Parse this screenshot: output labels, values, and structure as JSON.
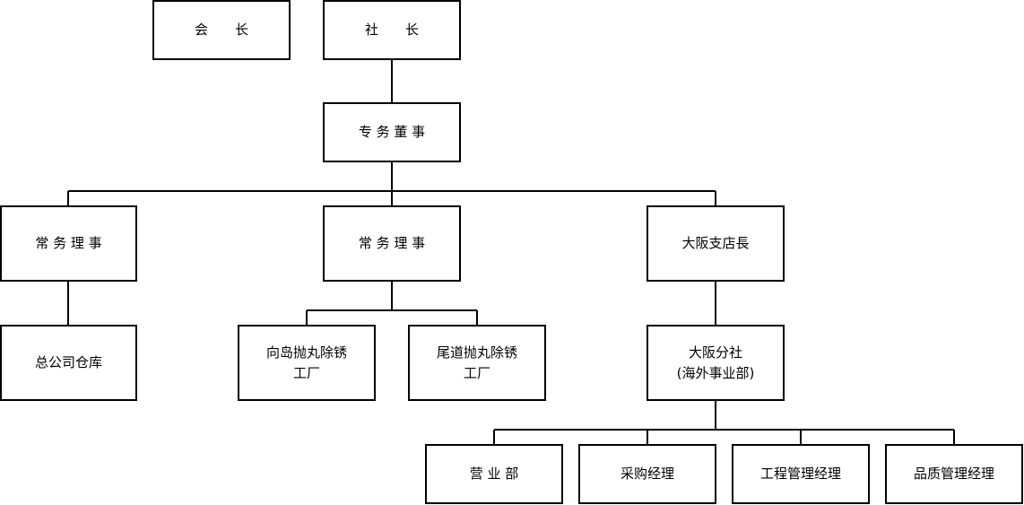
{
  "nodes": {
    "chairman": "会　　长",
    "president": "社　　长",
    "managing_director": "专 务 董 事",
    "executive_director_1": "常 务 理 事",
    "executive_director_2": "常 务 理 事",
    "osaka_branch_manager": "大阪支店長",
    "head_office_warehouse": "总公司仓库",
    "mukaishima_factory": "向岛抛丸除锈\n工厂",
    "onomichi_factory": "尾道抛丸除锈\n工厂",
    "osaka_branch": "大阪分社\n(海外事业部)",
    "sales_dept": "营 业 部",
    "purchasing_manager": "采购经理",
    "engineering_manager": "工程管理经理",
    "quality_manager": "品质管理经理"
  },
  "colors": {
    "line": "#000000",
    "box_border": "#000000",
    "box_fill": "#ffffff"
  }
}
